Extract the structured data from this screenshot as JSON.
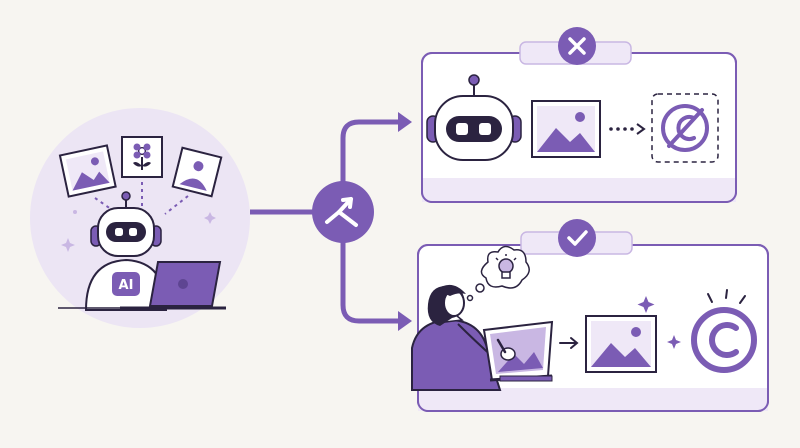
{
  "robot_badge": {
    "text": "AI"
  },
  "colors": {
    "background": "#f7f5f1",
    "accent": "#7b5cb4",
    "accent_light": "#efe8f7",
    "accent_mid": "#c9b7e3",
    "ink": "#2b2340"
  },
  "panels": [
    {
      "status": "rejected",
      "icon": "close-icon"
    },
    {
      "status": "approved",
      "icon": "check-icon"
    }
  ]
}
